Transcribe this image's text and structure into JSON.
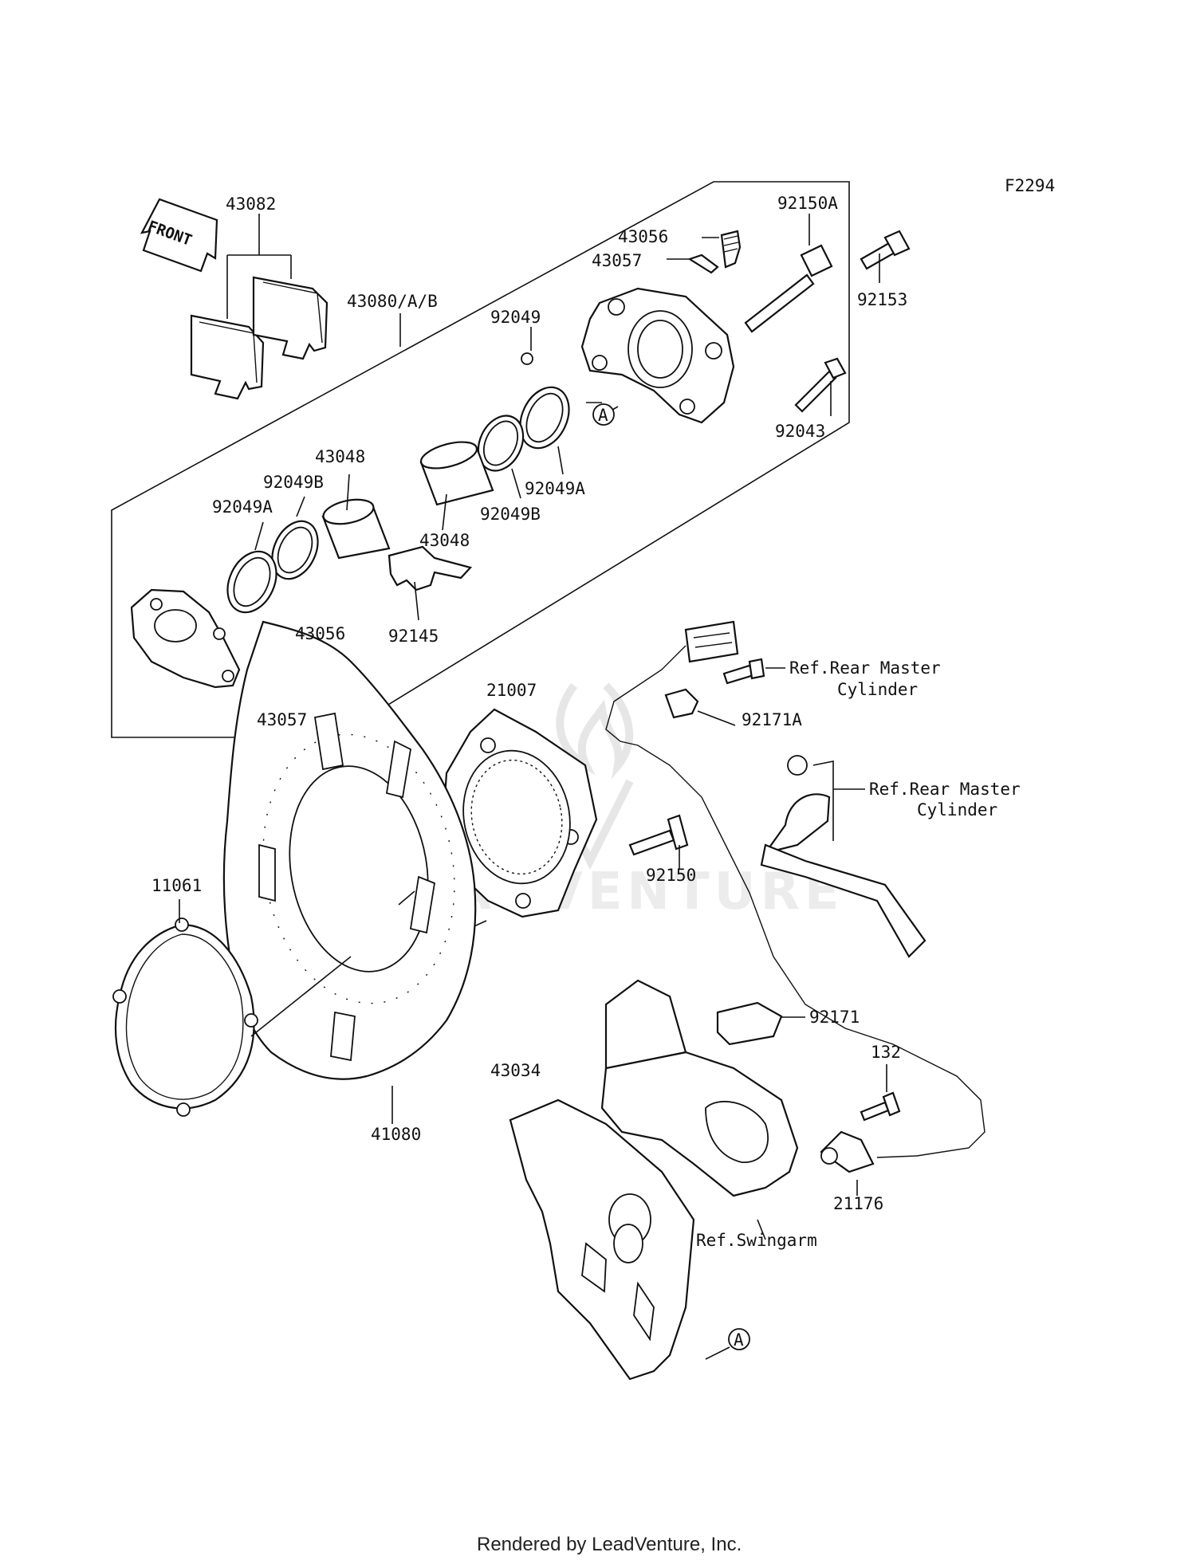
{
  "figure_code": "F2294",
  "front_label": "FRONT",
  "watermark": "LEADVENTURE",
  "footer": "Rendered by LeadVenture, Inc.",
  "circle_marker": "A",
  "refs": {
    "rear_master_line1": "Ref.Rear Master",
    "rear_master_line2": "Cylinder",
    "swingarm": "Ref.Swingarm"
  },
  "parts": {
    "p43082": "43082",
    "p43080": "43080/A/B",
    "p43056_top": "43056",
    "p43057_top": "43057",
    "p92150A": "92150A",
    "p92153": "92153",
    "p92049": "92049",
    "p92043": "92043",
    "p92049A_right": "92049A",
    "p92049B_right": "92049B",
    "p43048_right": "43048",
    "p43048_left": "43048",
    "p92049B_left": "92049B",
    "p92049A_left": "92049A",
    "p92145": "92145",
    "p43056_bottom": "43056",
    "p43057_bottom": "43057",
    "p21007": "21007",
    "p92171A": "92171A",
    "p92150": "92150",
    "p11061": "11061",
    "p41080": "41080",
    "p92171": "92171",
    "p132": "132",
    "p43034": "43034",
    "p21176": "21176"
  }
}
